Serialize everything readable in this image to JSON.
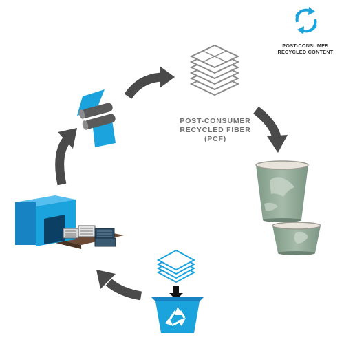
{
  "legend": {
    "icon": "circular-recycle-arrows-icon",
    "label_line1": "POST-CONSUMER",
    "label_line2": "RECYCLED CONTENT",
    "color": "#1aa3dd"
  },
  "stages": [
    {
      "name": "bales-entering-processing-plant",
      "icon": "factory-with-bales-icon"
    },
    {
      "name": "pulp-rolling",
      "icon": "paper-rollers-icon"
    },
    {
      "name": "post-consumer-recycled-fiber",
      "icon": "fiber-sheet-stack-icon",
      "caption_line1": "POST-CONSUMER",
      "caption_line2": "RECYCLED FIBER",
      "caption_line3": "(PCF)"
    },
    {
      "name": "paper-cups-and-bowls",
      "icon": "paper-cup-and-bowl-icon"
    },
    {
      "name": "recycling-bin",
      "icon": "recycle-bin-icon"
    }
  ],
  "colors": {
    "accent_blue": "#1aa3dd",
    "arrow_gray": "#4a4a4a",
    "fiber_gray": "#8a8a8a"
  }
}
